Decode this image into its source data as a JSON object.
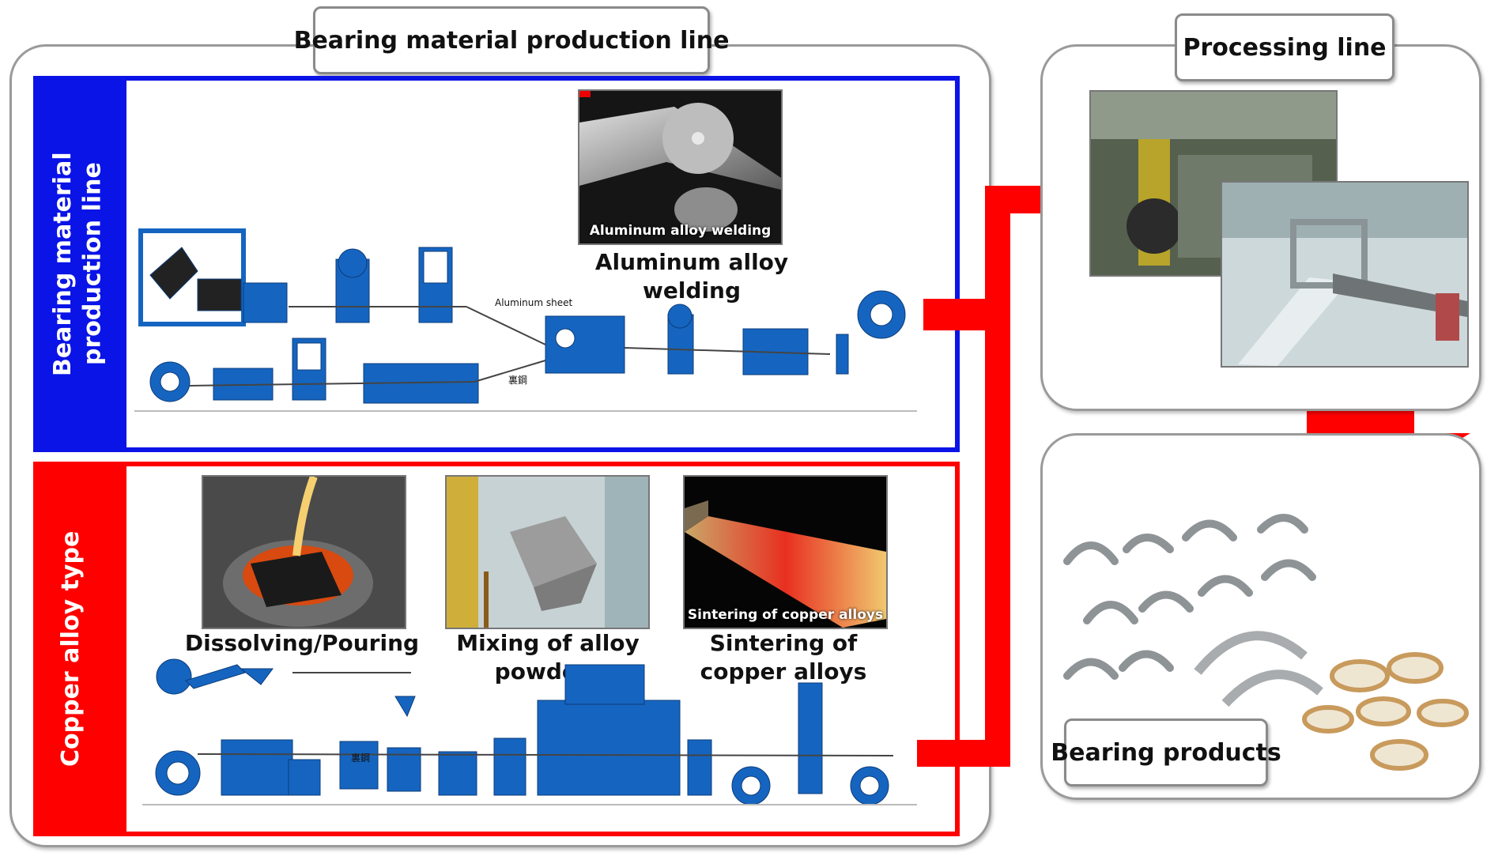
{
  "main_panel": {
    "title": "Bearing material production line"
  },
  "aluminum_section": {
    "sidebar_label": "Bearing material production line",
    "photo_caption": "Aluminum alloy welding",
    "caption": "Aluminum alloy welding",
    "aluminum_sheet_label": "Aluminum sheet",
    "steel_label": "裏鋼"
  },
  "copper_section": {
    "sidebar_label": "Copper alloy type",
    "photos": [
      {
        "caption": "Dissolving/Pouring"
      },
      {
        "caption": "Mixing of alloy powders"
      },
      {
        "caption": "Sintering of copper alloys",
        "inner_caption": "Sintering of copper alloys"
      }
    ],
    "steel_label": "裏鋼"
  },
  "processing_panel": {
    "title": "Processing line"
  },
  "products_panel": {
    "label": "Bearing products"
  },
  "colors": {
    "blue": "#0a14e6",
    "red": "#ff0000",
    "machine_blue": "#1565c0"
  }
}
